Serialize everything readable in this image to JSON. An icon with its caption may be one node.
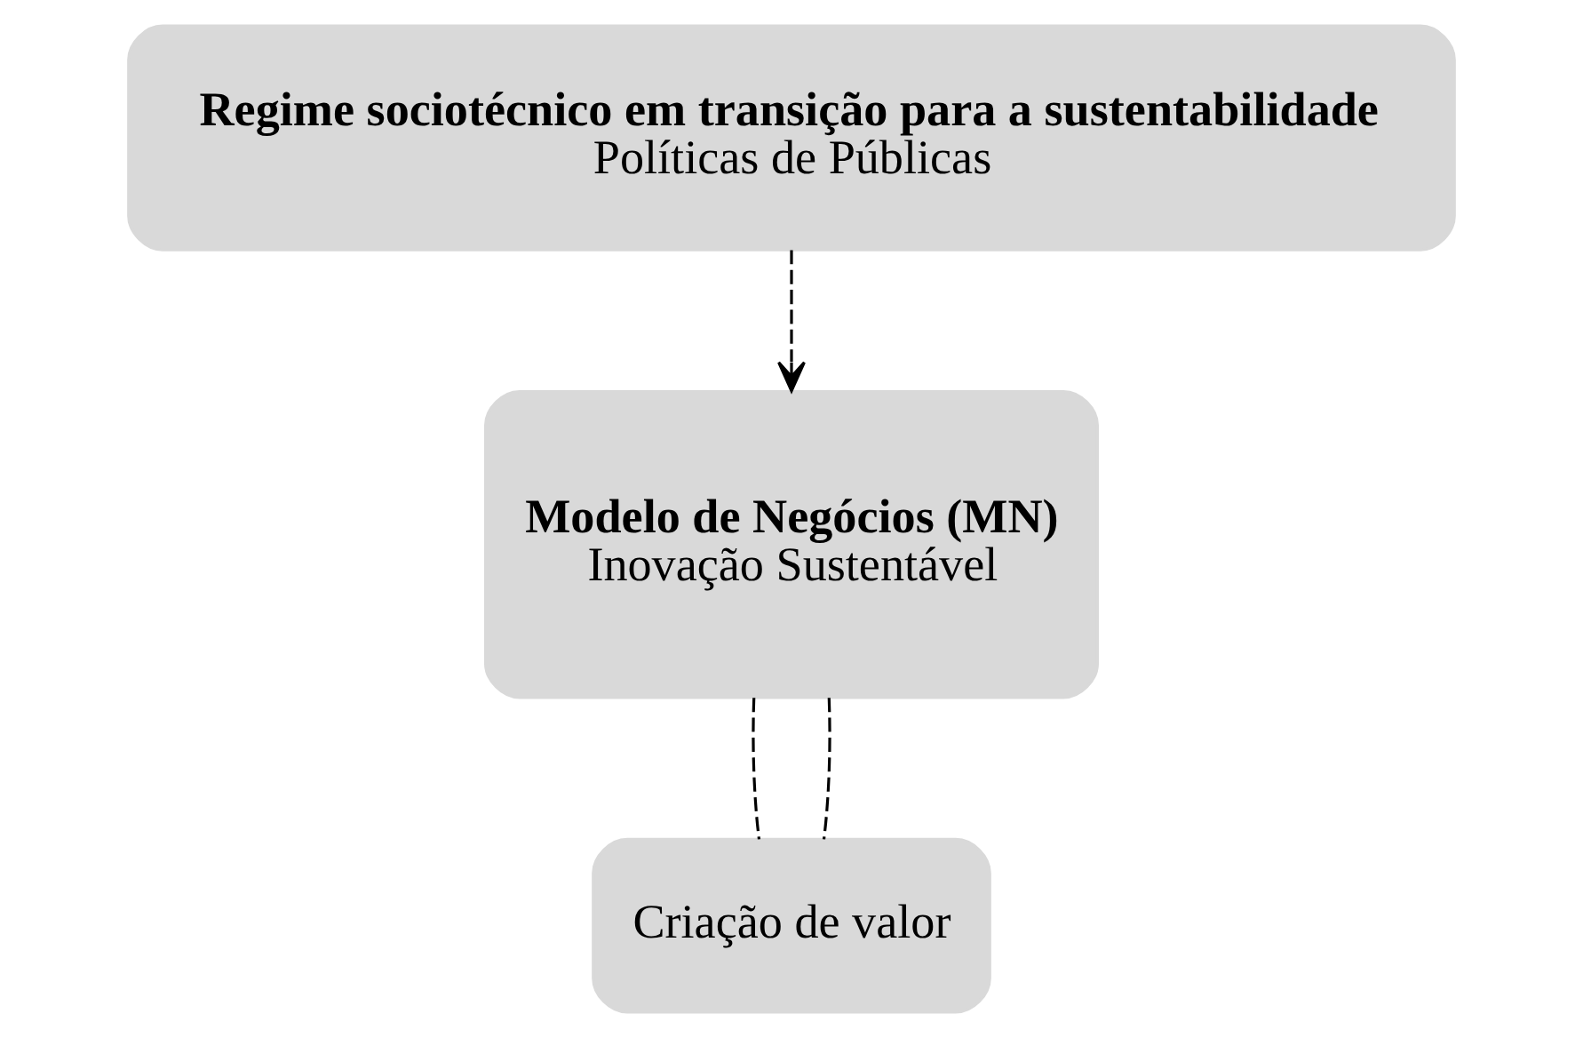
{
  "diagram": {
    "nodes": [
      {
        "text": [
          "Regime sociotécnico em transição para a sustentabilidade",
          "Políticas de Públicas"
        ]
      },
      {
        "text": [
          "Modelo de Negócios (MN)",
          "Inovação Sustentável"
        ]
      },
      {
        "text": [
          "Criação de valor"
        ]
      }
    ],
    "edges": [
      {
        "from": 0,
        "to": 1,
        "arrow": "to",
        "style": "dashed"
      },
      {
        "from": 1,
        "to": 2,
        "arrow": "none",
        "style": "dashed"
      },
      {
        "from": 1,
        "to": 2,
        "arrow": "none",
        "style": "dashed"
      }
    ]
  }
}
